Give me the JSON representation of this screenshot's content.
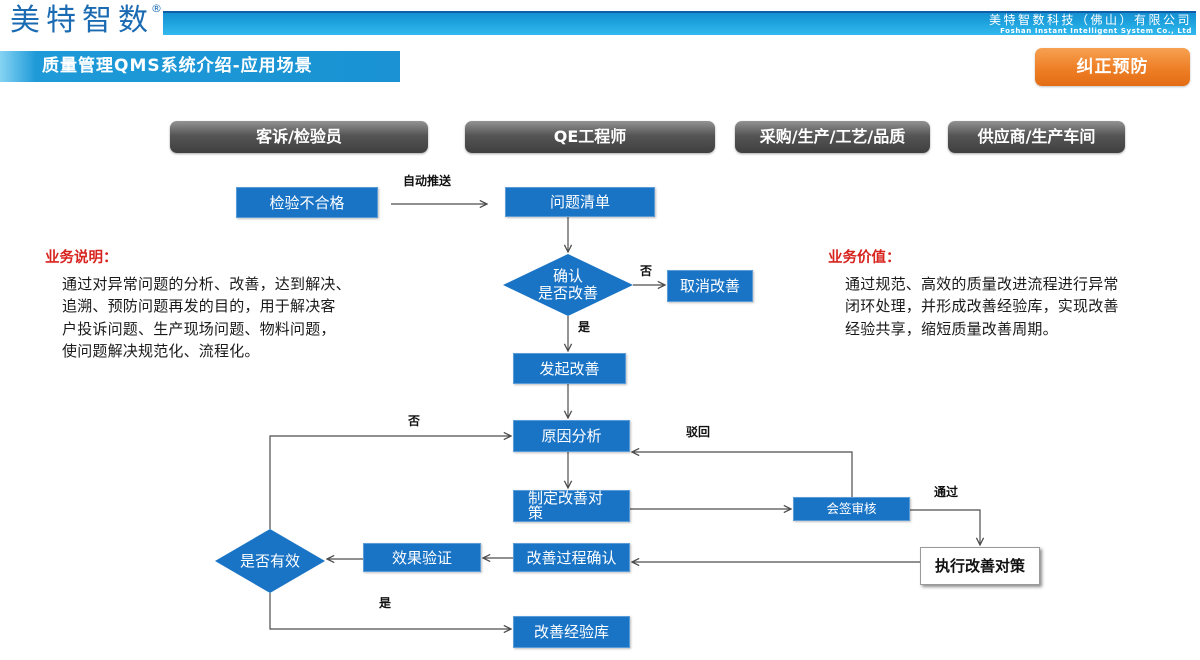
{
  "header": {
    "logo_text": "美特智数",
    "logo_mark": "®",
    "company_cn": "美特智数科技（佛山）有限公司",
    "company_en": "Foshan Instant Intelligent System Co., Ltd",
    "title": "质量管理QMS系统介绍-应用场景",
    "tag": "纠正预防"
  },
  "lanes": [
    "客诉/检验员",
    "QE工程师",
    "采购/生产/工艺/品质",
    "供应商/生产车间"
  ],
  "business_description": {
    "heading": "业务说明：",
    "lines": [
      "通过对异常问题的分析、改善，达到解决、",
      "追溯、预防问题再发的目的，用于解决客",
      "户投诉问题、生产现场问题、物料问题，",
      "使问题解决规范化、流程化。"
    ]
  },
  "business_value": {
    "heading": "业务价值：",
    "lines": [
      "通过规范、高效的质量改进流程进行异常",
      "闭环处理，并形成改善经验库，实现改善",
      "经验共享，缩短质量改善周期。"
    ]
  },
  "flow": {
    "nodes": {
      "inspection_failed": "检验不合格",
      "issue_list": "问题清单",
      "confirm_improve": [
        "确认",
        "是否改善"
      ],
      "cancel_improvement": "取消改善",
      "initiate_improvement": "发起改善",
      "root_cause_analysis": "原因分析",
      "countermeasure": "制定改善对策",
      "countersign_review": "会签审核",
      "execute_countermeasure": "执行改善对策",
      "process_confirmation": "改善过程确认",
      "effect_verification": "效果验证",
      "is_effective": "是否有效",
      "experience_library": "改善经验库"
    },
    "edge_labels": {
      "auto_push": "自动推送",
      "confirm_no": "否",
      "confirm_yes": "是",
      "reject": "驳回",
      "pass": "通过",
      "effective_no": "否",
      "effective_yes": "是"
    }
  },
  "colors": {
    "brand_blue": "#1b6bb3",
    "header_bar_blue": "#1ea3de",
    "node_blue": "#1a74c6",
    "tag_orange": "#ee7f26",
    "heading_red": "#d8231e",
    "lane_gray": "#555555"
  }
}
